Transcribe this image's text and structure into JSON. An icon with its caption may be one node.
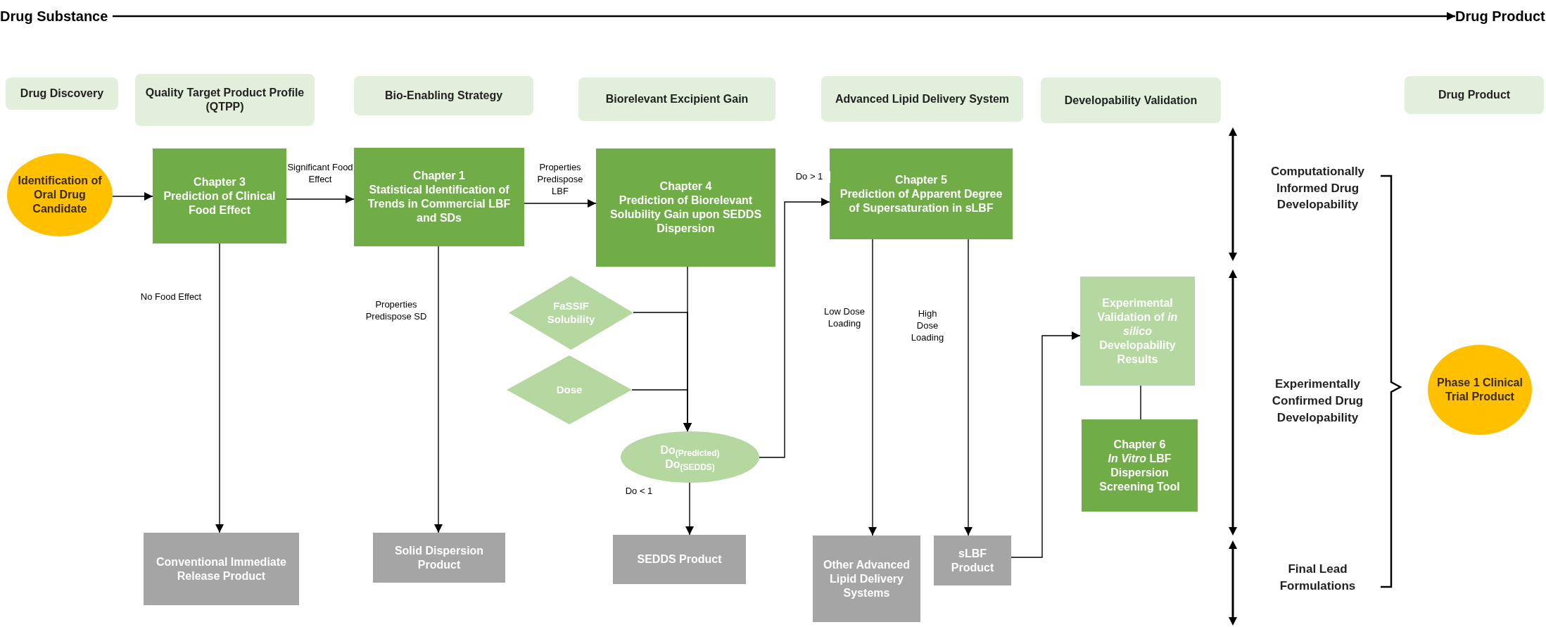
{
  "diagram": {
    "nodes": [
      {
        "text": [
          "Drug Substance"
        ]
      },
      {
        "text": [
          "Drug Product"
        ]
      },
      {
        "text": [
          "Drug Discovery"
        ]
      },
      {
        "text": [
          "Quality Target Product Profile (QTPP)"
        ]
      },
      {
        "text": [
          "Bio-Enabling Strategy"
        ]
      },
      {
        "text": [
          "Biorelevant Excipient Gain"
        ]
      },
      {
        "text": [
          "Advanced Lipid Delivery System"
        ]
      },
      {
        "text": [
          "Developability Validation"
        ]
      },
      {
        "text": [
          "Drug Product"
        ]
      },
      {
        "text": [
          "Identification of Oral Drug Candidate"
        ]
      },
      {
        "text": [
          "Chapter 3",
          "Prediction of Clinical Food Effect"
        ]
      },
      {
        "text": [
          "Chapter 1",
          "Statistical Identification of Trends in Commercial LBF and SDs"
        ]
      },
      {
        "text": [
          "Chapter 4",
          "Prediction of Biorelevant Solubility Gain upon SEDDS Dispersion"
        ]
      },
      {
        "text": [
          "Chapter 5",
          "Prediction of Apparent Degree of Supersaturation in sLBF"
        ]
      },
      {
        "text": [
          "FaSSIF Solubility"
        ]
      },
      {
        "text": [
          "Dose"
        ]
      },
      {
        "text": [
          "Do$_{(Predicted)}$",
          "Do$_{(SEDDS)}$"
        ]
      },
      {
        "text": [
          "Experimental Validation of *in silico* Developability Results"
        ]
      },
      {
        "text": [
          "Chapter 6",
          "*In Vitro* LBF Dispersion Screening Tool"
        ]
      },
      {
        "text": [
          "Conventional Immediate Release Product"
        ]
      },
      {
        "text": [
          "Solid Dispersion Product"
        ]
      },
      {
        "text": [
          "SEDDS Product"
        ]
      },
      {
        "text": [
          "Other Advanced Lipid Delivery Systems"
        ]
      },
      {
        "text": [
          "sLBF Product"
        ]
      },
      {
        "text": [
          "Phase 1 Clinical Trial Product"
        ]
      }
    ],
    "edges": [
      {
        "from": 0,
        "to": 1,
        "arrow": "to"
      },
      {
        "from": 9,
        "to": 10,
        "arrow": "to"
      },
      {
        "from": 10,
        "to": 11,
        "arrow": "to",
        "label": "Significant Food Effect"
      },
      {
        "from": 11,
        "to": 12,
        "arrow": "to",
        "label": "Properties Predispose LBF"
      },
      {
        "from": 10,
        "to": 19,
        "arrow": "to",
        "label": "No Food Effect"
      },
      {
        "from": 11,
        "to": 20,
        "arrow": "to",
        "label": "Properties Predispose SD"
      },
      {
        "from": 12,
        "to": 16,
        "arrow": "to"
      },
      {
        "from": 14,
        "to": 16,
        "arrow": "to"
      },
      {
        "from": 15,
        "to": 16,
        "arrow": "to"
      },
      {
        "from": 16,
        "to": 13,
        "arrow": "to",
        "label": "Do > 1"
      },
      {
        "from": 16,
        "to": 21,
        "arrow": "to",
        "label": "Do < 1"
      },
      {
        "from": 13,
        "to": 22,
        "arrow": "to",
        "label": "Low Dose Loading"
      },
      {
        "from": 13,
        "to": 23,
        "arrow": "to",
        "label": "High Dose Loading"
      },
      {
        "from": 23,
        "to": 17,
        "arrow": "to"
      },
      {
        "from": 17,
        "to": 18,
        "arrow": "none"
      }
    ],
    "labels": [
      "Computationally Informed Drug Developability",
      "Experimentally Confirmed Drug Developability",
      "Final Lead Formulations"
    ]
  }
}
